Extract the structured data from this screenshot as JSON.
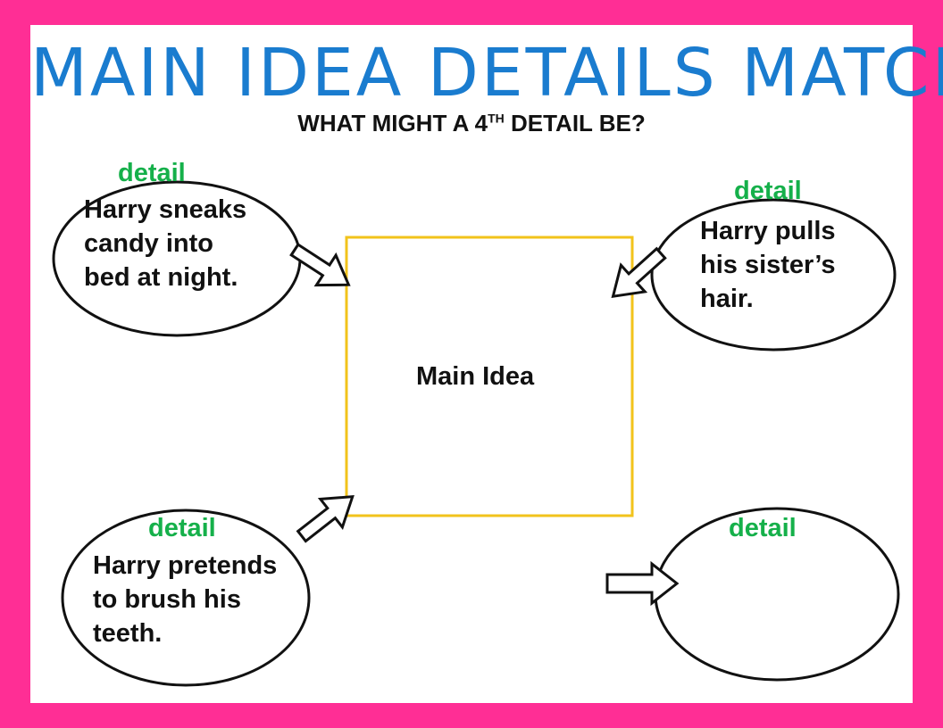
{
  "title": "MAIN IDEA  DETAILS MATCH",
  "subtitle": {
    "prefix": "WHAT MIGHT A 4",
    "superscript": "TH",
    "suffix": " DETAIL BE?"
  },
  "main_box": {
    "label": "Main Idea"
  },
  "details": [
    {
      "tag": "detail",
      "lines": [
        "Harry sneaks",
        "candy into",
        "bed at night."
      ]
    },
    {
      "tag": "detail",
      "lines": [
        "Harry pulls",
        "his sister’s",
        "hair."
      ]
    },
    {
      "tag": "detail",
      "lines": [
        "Harry pretends",
        "to brush his",
        "teeth."
      ]
    },
    {
      "tag": "detail",
      "lines": []
    }
  ],
  "colors": {
    "border": "#ff2e95",
    "title": "#1a7ccf",
    "detail_tag": "#15b04a",
    "main_box_outline": "#f2c31b"
  }
}
